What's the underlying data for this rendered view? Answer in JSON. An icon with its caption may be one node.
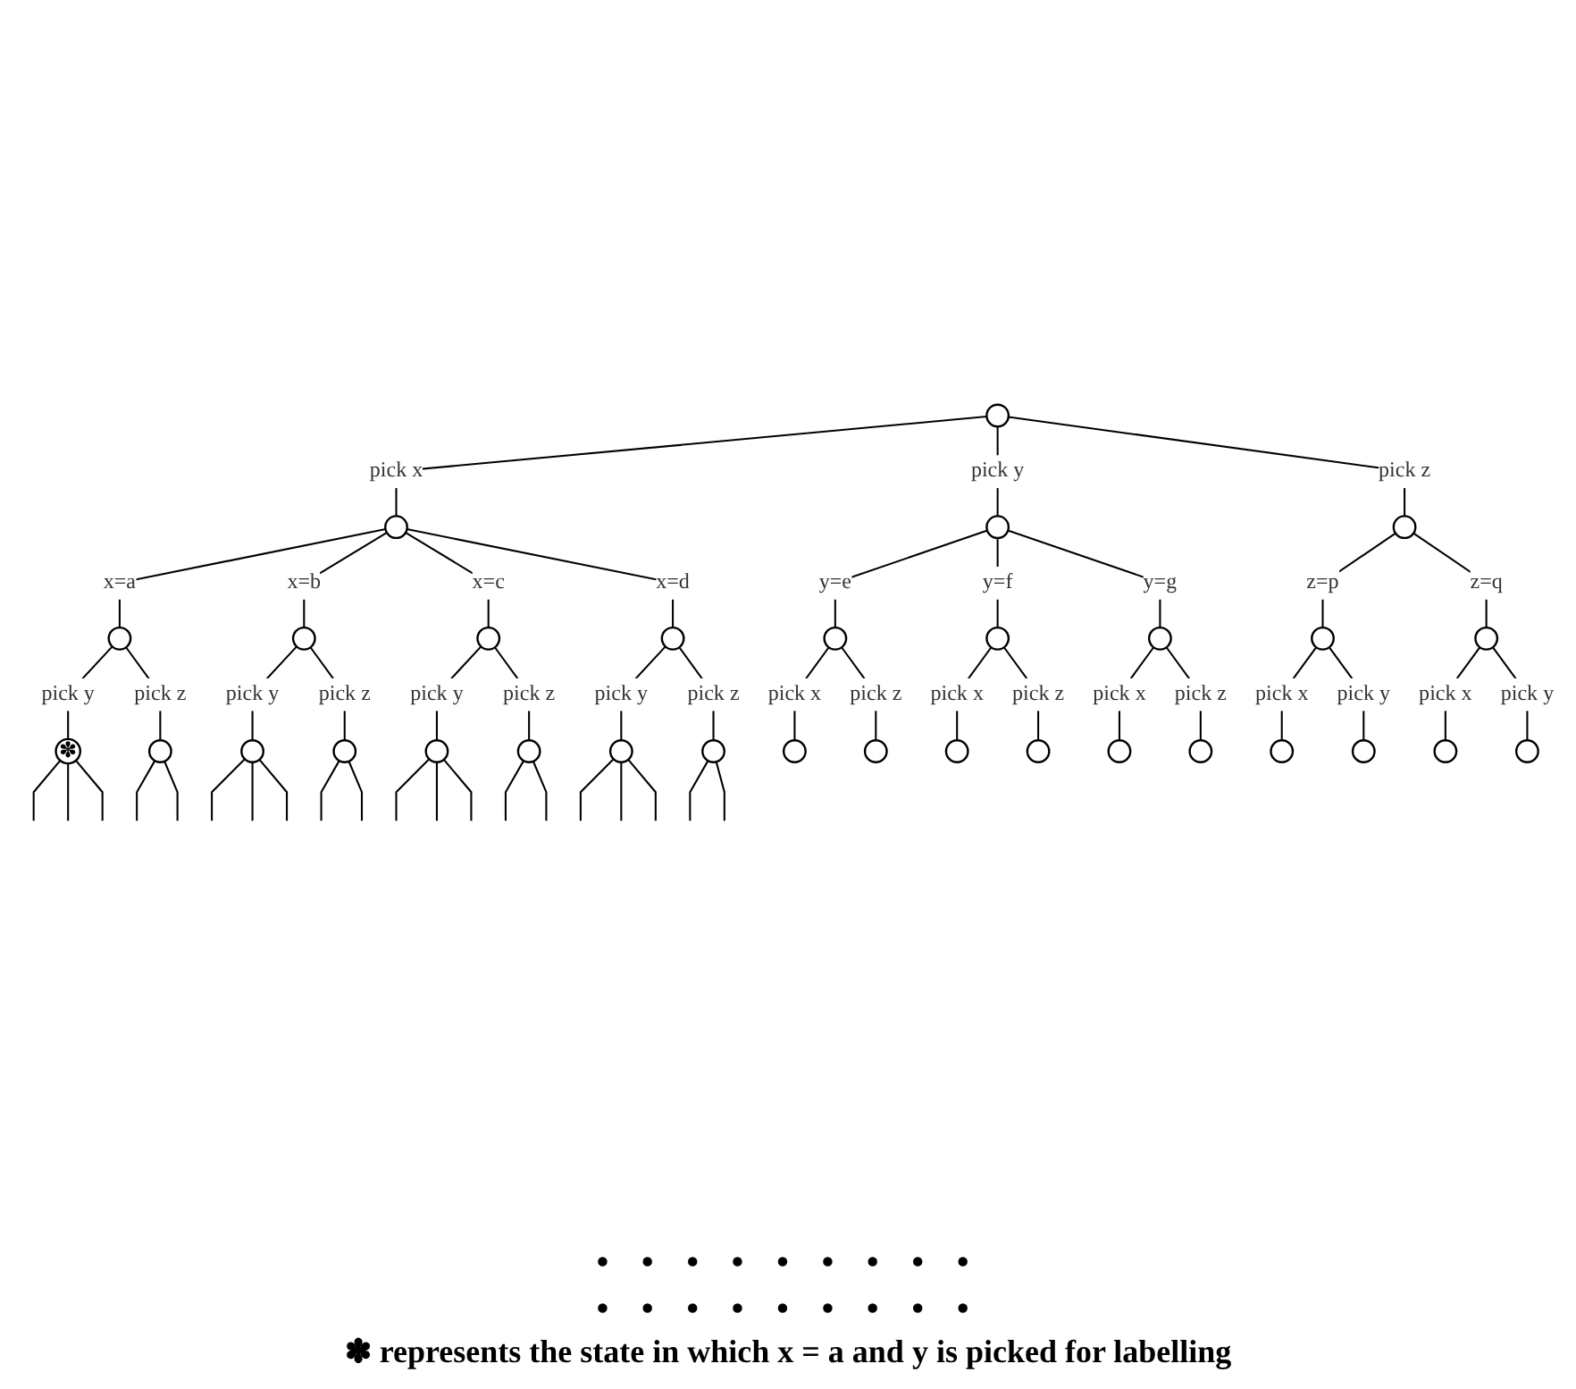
{
  "diagram": {
    "nodes": [
      {
        "text": [],
        "shape": "circle"
      },
      {
        "text": [],
        "shape": "circle"
      },
      {
        "text": [],
        "shape": "circle"
      },
      {
        "text": [],
        "shape": "circle"
      },
      {
        "text": [],
        "shape": "circle"
      },
      {
        "text": [],
        "shape": "circle"
      },
      {
        "text": [],
        "shape": "circle"
      },
      {
        "text": [],
        "shape": "circle"
      },
      {
        "text": [],
        "shape": "circle"
      },
      {
        "text": [],
        "shape": "circle"
      },
      {
        "text": [],
        "shape": "circle"
      },
      {
        "text": [],
        "shape": "circle"
      },
      {
        "text": [],
        "shape": "circle"
      },
      {
        "text": [
          "✽"
        ]
      },
      {
        "text": [],
        "shape": "circle"
      },
      {
        "text": [],
        "shape": "circle"
      },
      {
        "text": [],
        "shape": "circle"
      },
      {
        "text": [],
        "shape": "circle"
      },
      {
        "text": [],
        "shape": "circle"
      },
      {
        "text": [],
        "shape": "circle"
      },
      {
        "text": [],
        "shape": "circle"
      },
      {
        "text": [],
        "shape": "circle"
      },
      {
        "text": [],
        "shape": "circle"
      },
      {
        "text": [],
        "shape": "circle"
      },
      {
        "text": [],
        "shape": "circle"
      },
      {
        "text": [],
        "shape": "circle"
      },
      {
        "text": [],
        "shape": "circle"
      },
      {
        "text": [],
        "shape": "circle"
      },
      {
        "text": [],
        "shape": "circle"
      },
      {
        "text": [],
        "shape": "circle"
      },
      {
        "text": [],
        "shape": "circle"
      }
    ],
    "edges": [
      {
        "from": 0,
        "to": 1,
        "arrow": "none",
        "label": "pick x"
      },
      {
        "from": 0,
        "to": 2,
        "arrow": "none",
        "label": "pick y"
      },
      {
        "from": 0,
        "to": 3,
        "arrow": "none",
        "label": "pick z"
      },
      {
        "from": 1,
        "to": 4,
        "arrow": "none",
        "label": "x=a"
      },
      {
        "from": 1,
        "to": 5,
        "arrow": "none",
        "label": "x=b"
      },
      {
        "from": 1,
        "to": 6,
        "arrow": "none",
        "label": "x=c"
      },
      {
        "from": 1,
        "to": 7,
        "arrow": "none",
        "label": "x=d"
      },
      {
        "from": 2,
        "to": 8,
        "arrow": "none",
        "label": "y=e"
      },
      {
        "from": 2,
        "to": 9,
        "arrow": "none",
        "label": "y=f"
      },
      {
        "from": 2,
        "to": 10,
        "arrow": "none",
        "label": "y=g"
      },
      {
        "from": 3,
        "to": 11,
        "arrow": "none",
        "label": "z=p"
      },
      {
        "from": 3,
        "to": 12,
        "arrow": "none",
        "label": "z=q"
      },
      {
        "from": 4,
        "to": 13,
        "arrow": "none",
        "label": "pick y"
      },
      {
        "from": 4,
        "to": 14,
        "arrow": "none",
        "label": "pick z"
      },
      {
        "from": 5,
        "to": 15,
        "arrow": "none",
        "label": "pick y"
      },
      {
        "from": 5,
        "to": 16,
        "arrow": "none",
        "label": "pick z"
      },
      {
        "from": 6,
        "to": 17,
        "arrow": "none",
        "label": "pick y"
      },
      {
        "from": 6,
        "to": 18,
        "arrow": "none",
        "label": "pick z"
      },
      {
        "from": 7,
        "to": 19,
        "arrow": "none",
        "label": "pick y"
      },
      {
        "from": 7,
        "to": 20,
        "arrow": "none",
        "label": "pick z"
      },
      {
        "from": 8,
        "to": 21,
        "arrow": "none",
        "label": "pick x"
      },
      {
        "from": 8,
        "to": 22,
        "arrow": "none",
        "label": "pick z"
      },
      {
        "from": 9,
        "to": 23,
        "arrow": "none",
        "label": "pick x"
      },
      {
        "from": 9,
        "to": 24,
        "arrow": "none",
        "label": "pick z"
      },
      {
        "from": 10,
        "to": 25,
        "arrow": "none",
        "label": "pick x"
      },
      {
        "from": 10,
        "to": 26,
        "arrow": "none",
        "label": "pick z"
      },
      {
        "from": 11,
        "to": 27,
        "arrow": "none",
        "label": "pick x"
      },
      {
        "from": 11,
        "to": 28,
        "arrow": "none",
        "label": "pick y"
      },
      {
        "from": 12,
        "to": 29,
        "arrow": "none",
        "label": "pick x"
      },
      {
        "from": 12,
        "to": 30,
        "arrow": "none",
        "label": "pick y"
      },
      {
        "from": 13,
        "to": null,
        "arrow": "none"
      },
      {
        "from": 13,
        "to": null,
        "arrow": "none"
      },
      {
        "from": 13,
        "to": null,
        "arrow": "none"
      },
      {
        "from": 14,
        "to": null,
        "arrow": "none"
      },
      {
        "from": 14,
        "to": null,
        "arrow": "none"
      },
      {
        "from": 15,
        "to": null,
        "arrow": "none"
      },
      {
        "from": 15,
        "to": null,
        "arrow": "none"
      },
      {
        "from": 15,
        "to": null,
        "arrow": "none"
      },
      {
        "from": 16,
        "to": null,
        "arrow": "none"
      },
      {
        "from": 16,
        "to": null,
        "arrow": "none"
      },
      {
        "from": 17,
        "to": null,
        "arrow": "none"
      },
      {
        "from": 17,
        "to": null,
        "arrow": "none"
      },
      {
        "from": 17,
        "to": null,
        "arrow": "none"
      },
      {
        "from": 18,
        "to": null,
        "arrow": "none"
      },
      {
        "from": 18,
        "to": null,
        "arrow": "none"
      },
      {
        "from": 19,
        "to": null,
        "arrow": "none"
      },
      {
        "from": 19,
        "to": null,
        "arrow": "none"
      },
      {
        "from": 19,
        "to": null,
        "arrow": "none"
      },
      {
        "from": 20,
        "to": null,
        "arrow": "none"
      },
      {
        "from": 20,
        "to": null,
        "arrow": "none"
      }
    ],
    "labels": [
      "• • • • • • • • •",
      "• • • • • • • • •",
      "✽ represents the state in which x = a and y is picked for labelling"
    ]
  }
}
